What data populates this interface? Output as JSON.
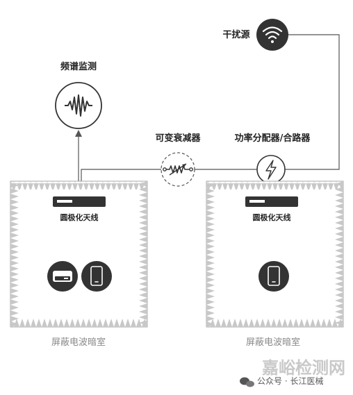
{
  "labels": {
    "interference_source": "干扰源",
    "spectrum_monitor": "频谱监测",
    "variable_attenuator": "可变衰减器",
    "power_divider": "功率分配器/合路器",
    "left_antenna": "圆极化天线",
    "right_antenna": "圆极化天线",
    "left_room": "屏蔽电波暗室",
    "right_room": "屏蔽电波暗室"
  },
  "watermark": {
    "site": "嘉峪检测网",
    "account": "公众号 · 长江医械"
  },
  "icons": {
    "interference": "wifi-icon",
    "spectrum": "waveform-icon",
    "attenuator": "resistor-icon",
    "divider": "lightning-icon",
    "router": "router-icon",
    "phone": "phone-icon",
    "wechat": "wechat-icon"
  },
  "colors": {
    "dark": "#333333",
    "absorber": "#c8c8c8",
    "line": "#555555"
  }
}
